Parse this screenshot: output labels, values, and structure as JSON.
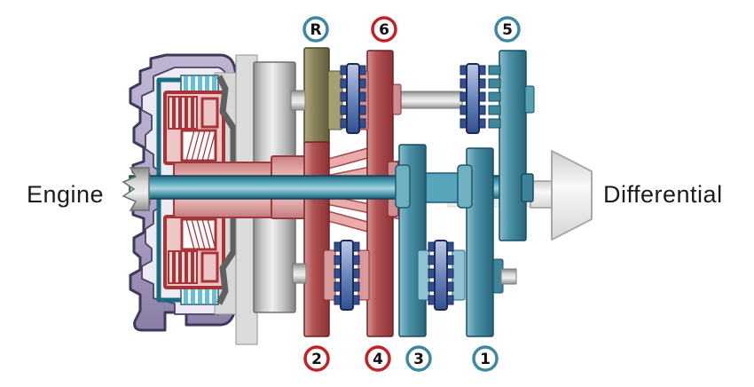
{
  "diagram": {
    "left_label": "Engine",
    "right_label": "Differential",
    "badges": {
      "top": [
        {
          "label": "R",
          "ring_color": "#3e87a0"
        },
        {
          "label": "6",
          "ring_color": "#c42127"
        },
        {
          "label": "5",
          "ring_color": "#3e87a0"
        }
      ],
      "bottom": [
        {
          "label": "2",
          "ring_color": "#c42127"
        },
        {
          "label": "4",
          "ring_color": "#c42127"
        },
        {
          "label": "3",
          "ring_color": "#3e87a0"
        },
        {
          "label": "1",
          "ring_color": "#3e87a0"
        }
      ]
    },
    "palette": {
      "teal_gear": "#4d93a9",
      "red_gear": "#b25456",
      "olive_gear": "#8b835a",
      "synchro_blue": "#6c86bd",
      "input_shaft_teal": "#57a5ba",
      "outer_shaft_pink": "#eaabab",
      "housing_purple": "#b3a9ca",
      "housing_outline": "#3f3857",
      "flywheel_gray": "#c9c9c9",
      "label_ring_teal": "#3e87a0",
      "label_ring_red": "#c42127",
      "clutch_red": "#a93438",
      "clutch_cyan": "#62bfd6"
    }
  }
}
